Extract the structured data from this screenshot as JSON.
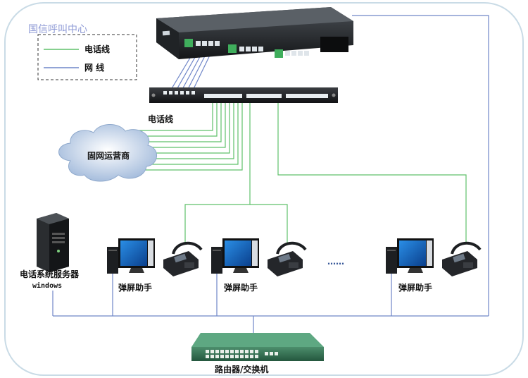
{
  "title": "国信呼叫中心",
  "legend": {
    "phone_line": "电话线",
    "network_line": "网  线"
  },
  "labels": {
    "phone_line": "电话线",
    "carrier": "固网运营商",
    "server": "电话系统服务器",
    "server_os": "windows",
    "client": "弹屏助手",
    "ellipsis": "……",
    "router": "路由器/交换机"
  },
  "colors": {
    "phone_line": "#5fc06a",
    "network_line": "#6f86c8",
    "border": "#c9dbe6"
  }
}
